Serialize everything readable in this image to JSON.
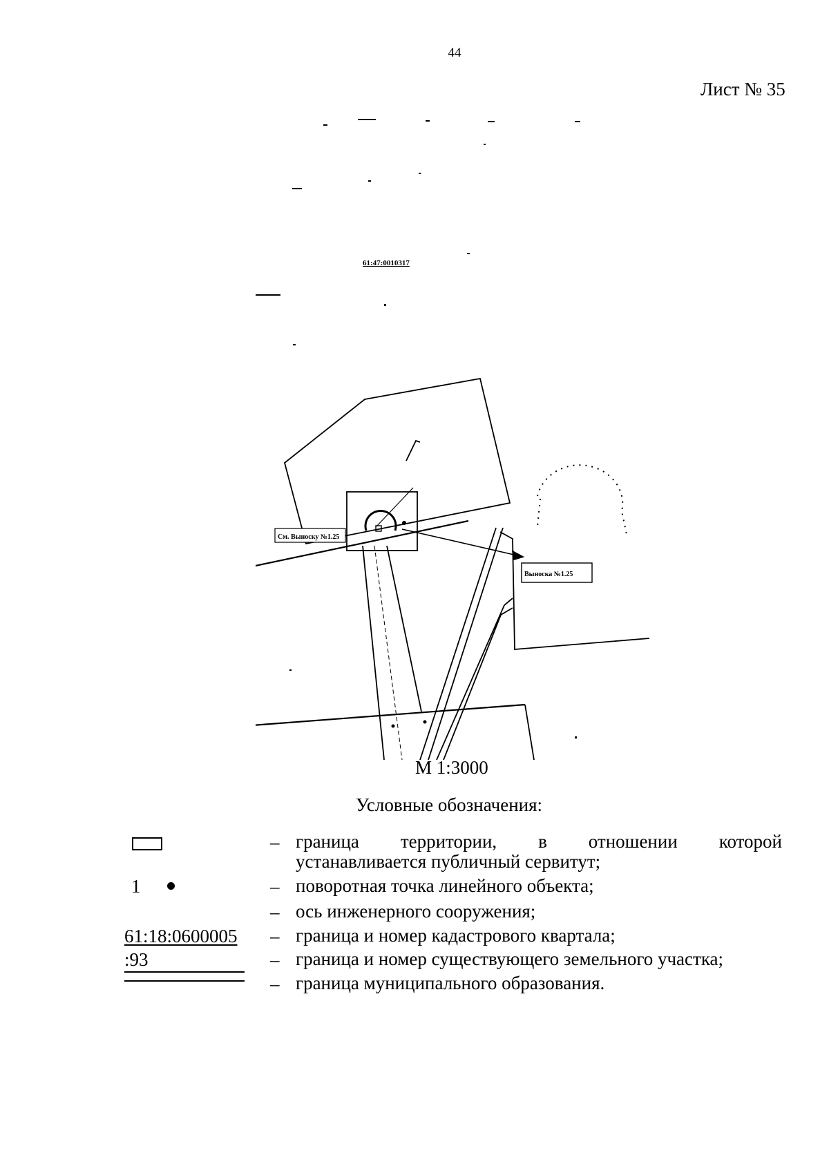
{
  "header": {
    "page_number": "44",
    "sheet_label": "Лист № 35"
  },
  "map": {
    "quarter_label": "61:47:0010317",
    "callout_left": "См. Выноску №1.25",
    "callout_right": "Выноска №1.25",
    "scale": "М 1:3000"
  },
  "legend": {
    "title": "Условные обозначения:",
    "dash": "–",
    "items": [
      {
        "symbol": "rectangle",
        "text": "граница территории, в отношении которой",
        "text2": "устанавливается публичный сервитут;"
      },
      {
        "symbol": "point",
        "label": "1",
        "text": "поворотная точка линейного объекта;"
      },
      {
        "symbol": "line",
        "text": "ось инженерного сооружения;"
      },
      {
        "symbol": "cadastral-quarter",
        "label": "61:18:0600005",
        "text": "граница и номер кадастрового квартала;"
      },
      {
        "symbol": "land-plot",
        "label": ":93",
        "text": "граница и номер существующего земельного участка;"
      },
      {
        "symbol": "municipal-border",
        "text": "граница муниципального образования."
      }
    ]
  }
}
